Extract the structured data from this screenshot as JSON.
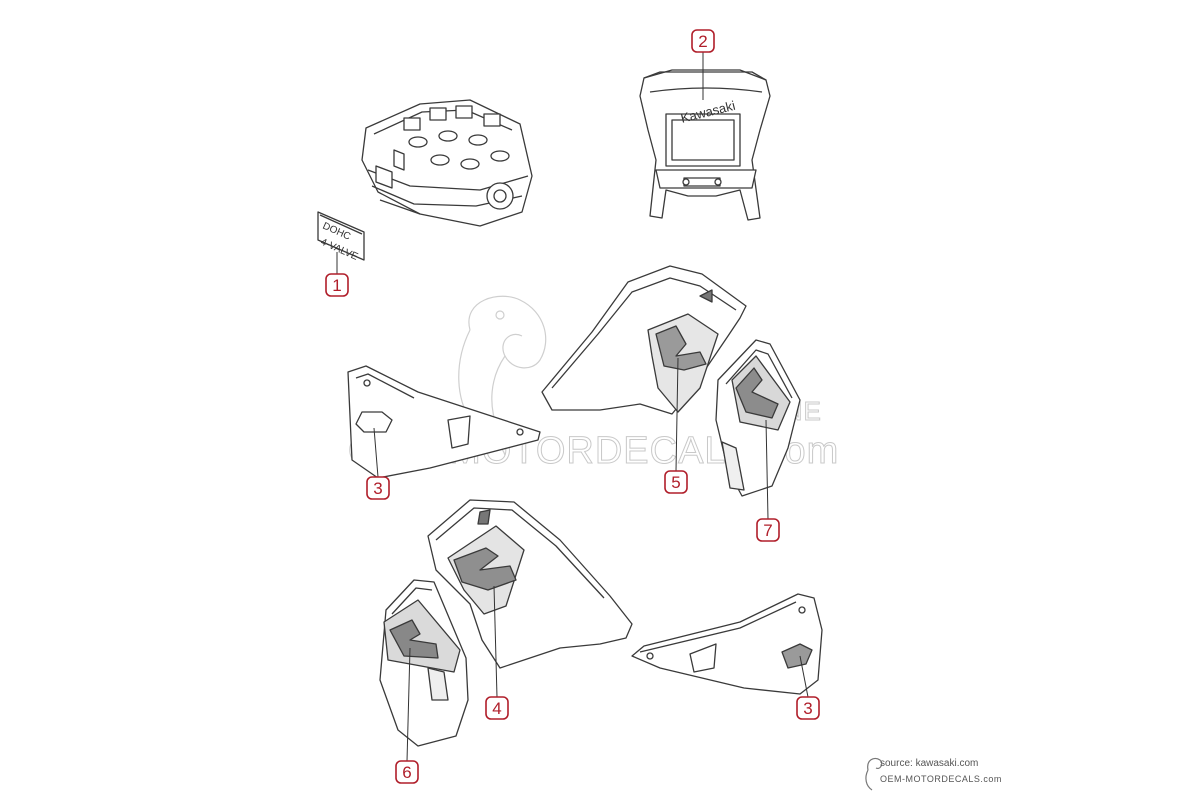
{
  "watermark": {
    "text": "OEM MOTORDECALS.com",
    "text_fragment": "LINE"
  },
  "decal_labels": {
    "dohc_line1": "DOHC",
    "dohc_line2": "4-VALVE",
    "fairing_brand": "Kawasaki"
  },
  "callouts": [
    "1",
    "2",
    "3",
    "3",
    "4",
    "5",
    "6",
    "7"
  ],
  "credit": {
    "source": "source: kawasaki.com",
    "site": "OEM-MOTORDECALS.com"
  },
  "colors": {
    "callout_accent": "#b01e2a",
    "line_art": "#3a3a3a",
    "watermark": "#c9c9c9"
  }
}
